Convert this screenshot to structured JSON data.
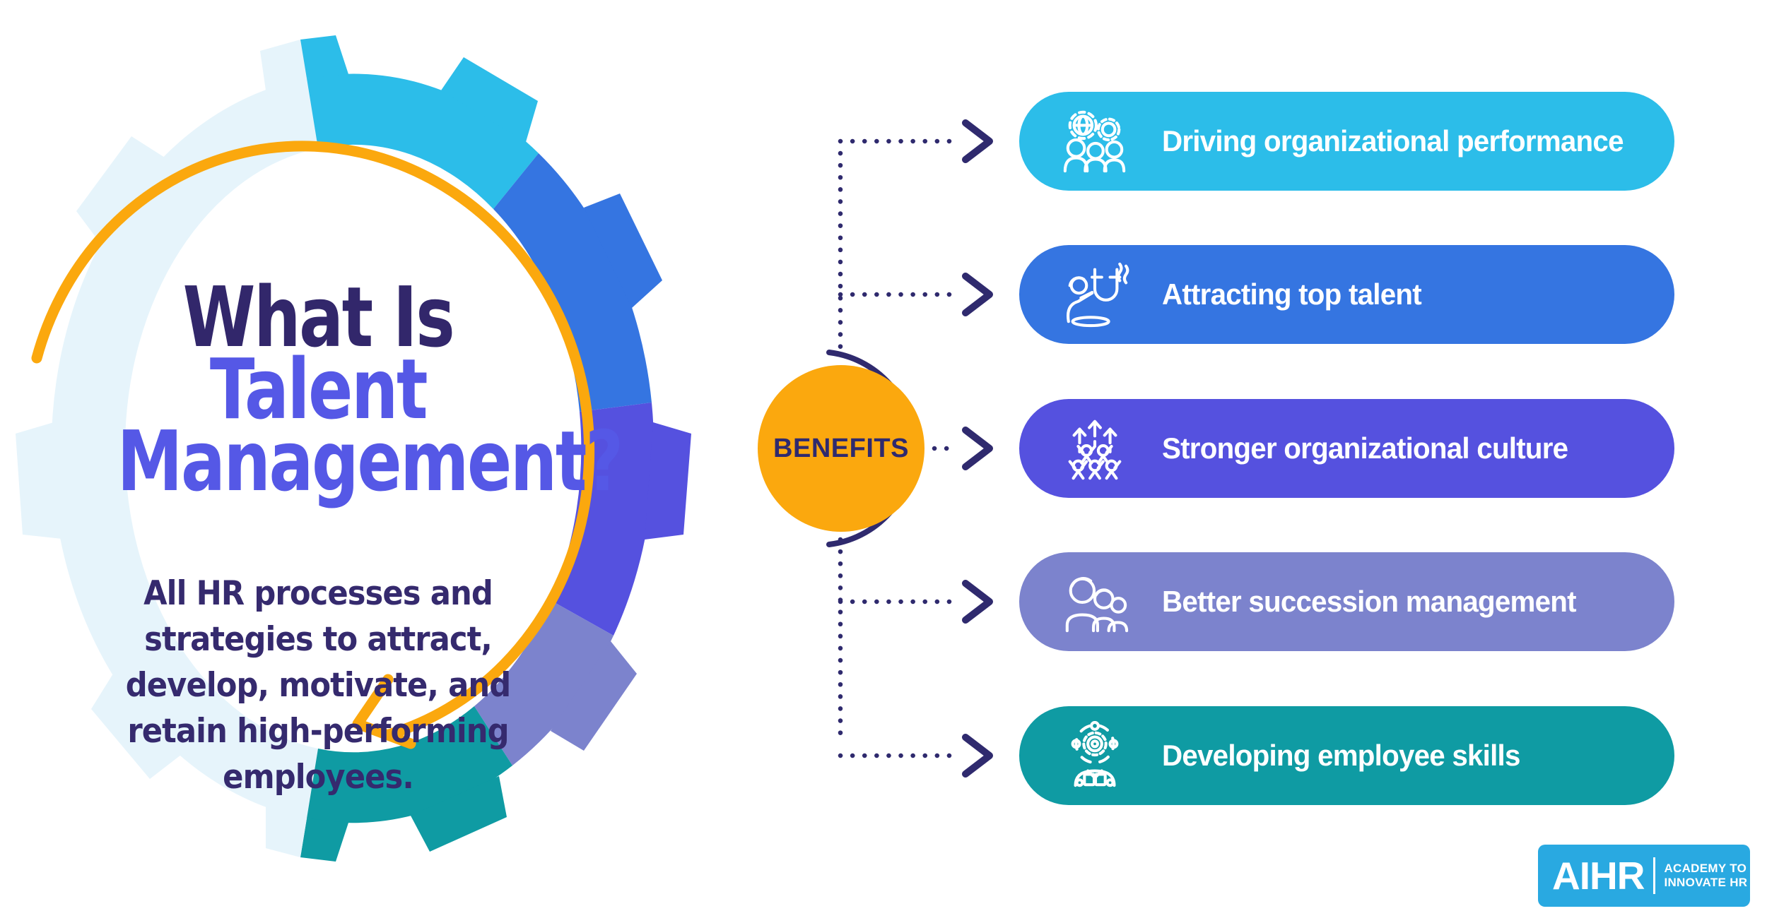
{
  "title": {
    "line_primary": "What Is",
    "line_highlight_1": "Talent",
    "line_highlight_2": "Management?",
    "description_lines": [
      "All HR processes and",
      "strategies to attract,",
      "develop, motivate, and",
      "retain high-performing",
      "employees."
    ]
  },
  "hub": {
    "label": "BENEFITS"
  },
  "benefits": [
    {
      "label": "Driving organizational performance",
      "icon": "team-gears-icon",
      "color": "#2CBDE9"
    },
    {
      "label": "Attracting top talent",
      "icon": "magnet-icon",
      "color": "#3575E1"
    },
    {
      "label": "Stronger organizational culture",
      "icon": "people-growth-icon",
      "color": "#5551DF"
    },
    {
      "label": "Better succession management",
      "icon": "succession-people-icon",
      "color": "#7C83CD"
    },
    {
      "label": "Developing employee skills",
      "icon": "gear-person-icon",
      "color": "#0F9BA3"
    }
  ],
  "logo": {
    "brand": "AIHR",
    "tagline_line_1": "ACADEMY TO",
    "tagline_line_2": "INNOVATE HR"
  },
  "colors": {
    "orange": "#FBA80E",
    "navy": "#2F2A6E",
    "title_dark": "#32276B",
    "title_highlight": "#5558E6",
    "body_text": "#352A6E",
    "pale_segment": "#E6F4FB",
    "logo_background": "#29A9E1",
    "pill_text": "#FFFFFF",
    "background": "#FFFFFF"
  }
}
